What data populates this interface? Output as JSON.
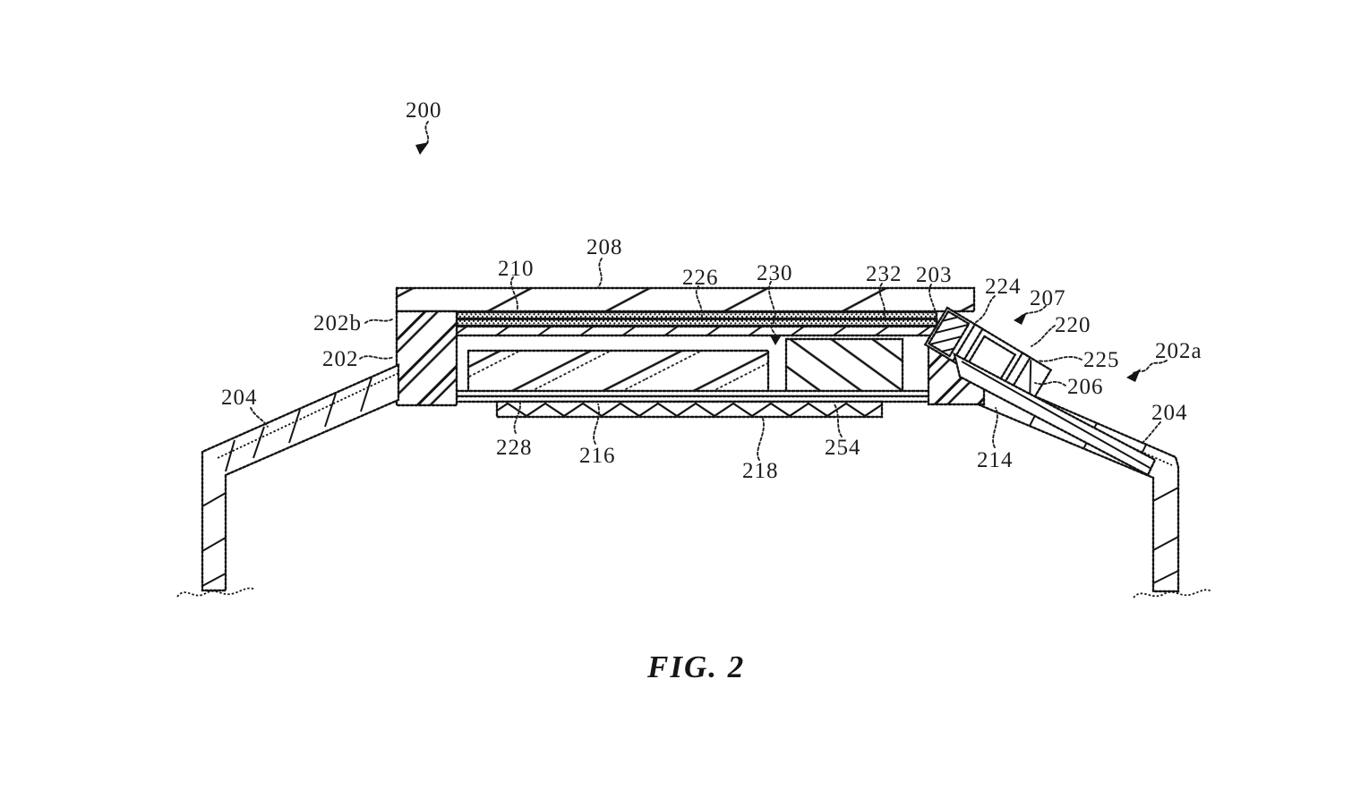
{
  "figure": {
    "caption": "FIG. 2",
    "ink_color": "#141414",
    "background_color": "#ffffff",
    "labels": {
      "n200": "200",
      "n202": "202",
      "n202a": "202a",
      "n202b": "202b",
      "n203": "203",
      "n204_left": "204",
      "n204_right": "204",
      "n206": "206",
      "n207": "207",
      "n208": "208",
      "n210": "210",
      "n214": "214",
      "n216": "216",
      "n218": "218",
      "n220": "220",
      "n224": "224",
      "n225": "225",
      "n226": "226",
      "n228": "228",
      "n230": "230",
      "n232": "232",
      "n254": "254"
    }
  }
}
